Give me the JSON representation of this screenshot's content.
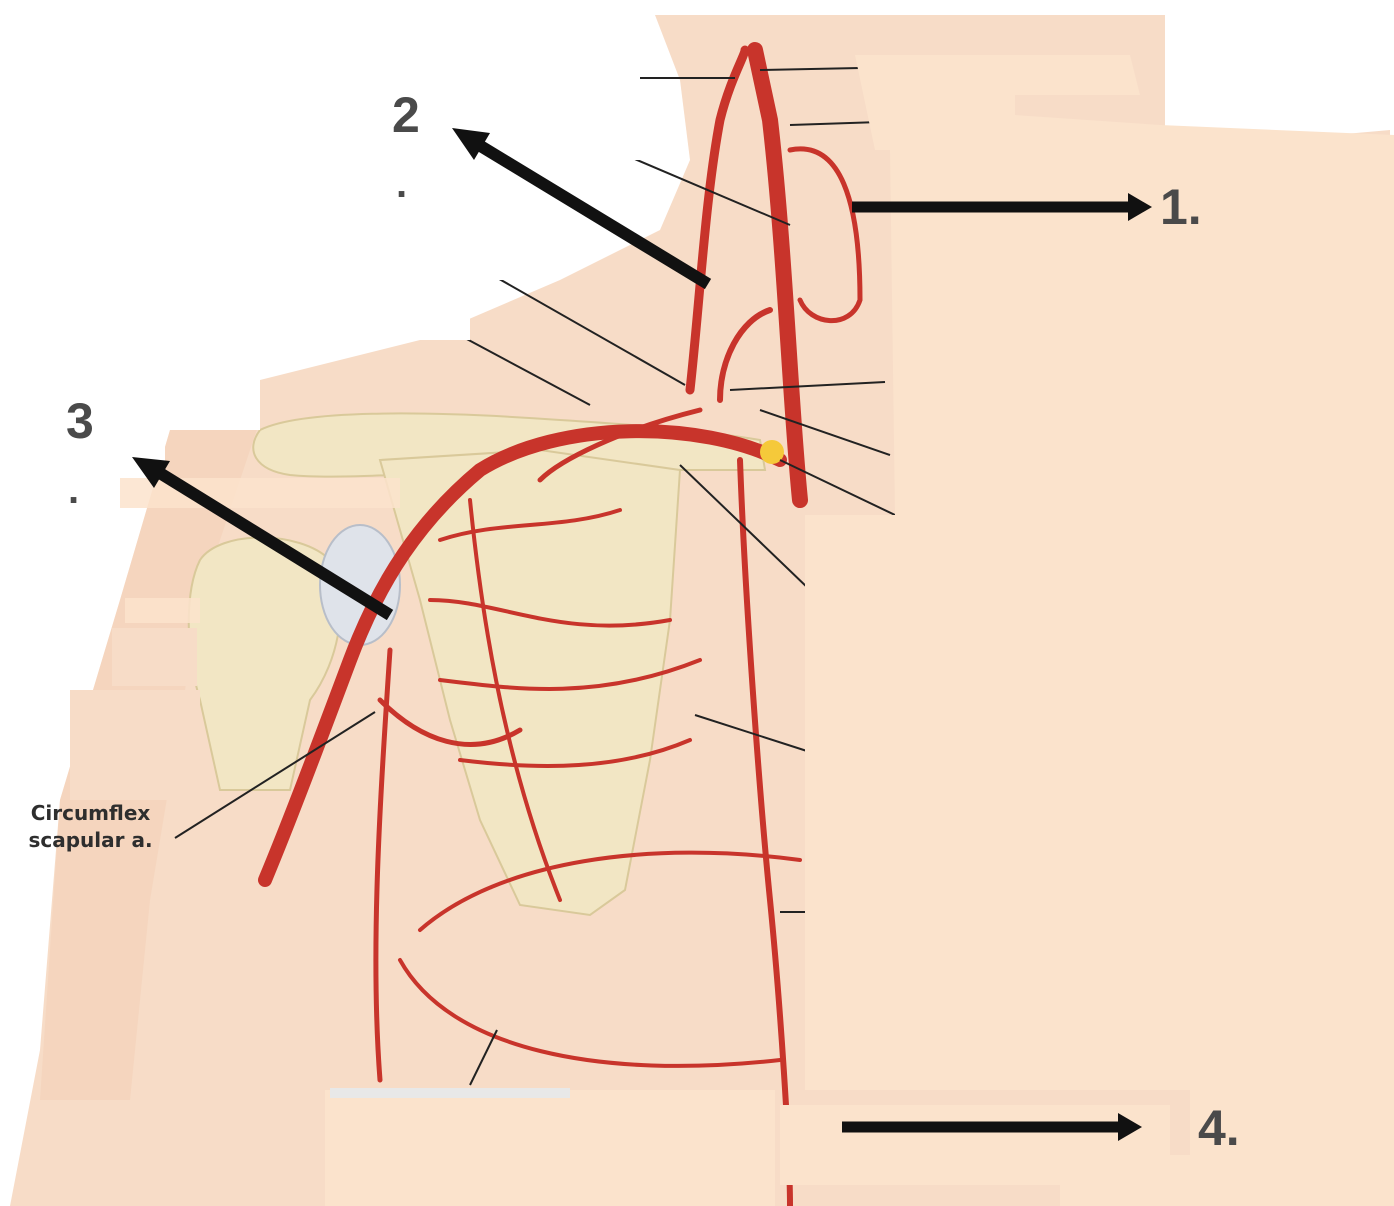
{
  "labels": {
    "one": "1.",
    "two": "2",
    "two_dot": ".",
    "three": "3",
    "three_dot": ".",
    "four": "4."
  },
  "caption": {
    "line1": "Circumflex",
    "line2": "scapular a."
  },
  "colors": {
    "artery": "#c8342b",
    "skin": "#f7dcc7",
    "bone": "#f2e6c4",
    "cover": "#fbe3cc",
    "arrow": "#111111",
    "leader": "#222222",
    "text": "#4a4a4a"
  }
}
